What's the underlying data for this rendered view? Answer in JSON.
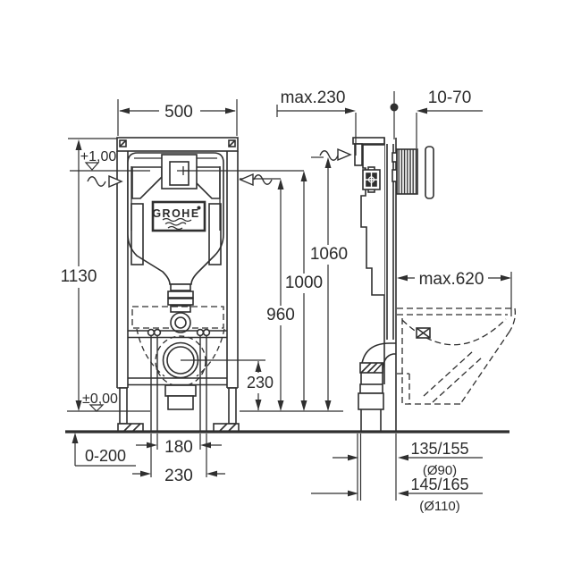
{
  "front_view": {
    "brand": "GROHE",
    "width": "500",
    "height": "1130",
    "level_upper": "+1,00",
    "level_floor": "±0,00",
    "outlet_height": "230",
    "foot_adjust": "0-200",
    "bolt_spacing_inner": "180",
    "bolt_spacing_outer": "230"
  },
  "side_view": {
    "frame_depth": "max.230",
    "wall_range": "10-70",
    "h_top": "1060",
    "h_flush": "1000",
    "h_mid": "960",
    "pan_depth": "max.620",
    "drain90_offset": "135/155",
    "drain90_dia": "(Ø90)",
    "drain110_offset": "145/165",
    "drain110_dia": "(Ø110)"
  },
  "colors": {
    "line": "#2f2f2f",
    "background": "#ffffff"
  }
}
